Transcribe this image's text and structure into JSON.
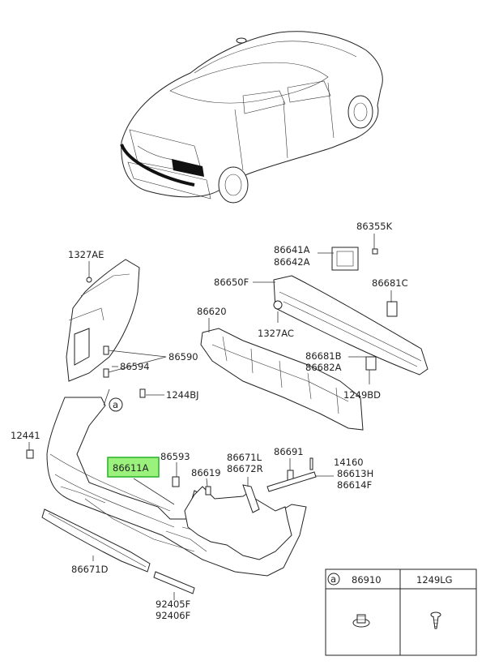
{
  "labels": {
    "p86355K": "86355K",
    "p86641A": "86641A",
    "p86642A": "86642A",
    "p86650F": "86650F",
    "p86681C": "86681C",
    "p1327AC": "1327AC",
    "p86620": "86620",
    "p86681B": "86681B",
    "p86682A": "86682A",
    "p1249BD": "1249BD",
    "p1327AE": "1327AE",
    "p86590": "86590",
    "p86594": "86594",
    "p1244BJ": "1244BJ",
    "p12441": "12441",
    "p86611A": "86611A",
    "p86593": "86593",
    "p86619": "86619",
    "p86671L": "86671L",
    "p86672R": "86672R",
    "p86691": "86691",
    "p14160": "14160",
    "p86613H": "86613H",
    "p86614F": "86614F",
    "p86671D": "86671D",
    "p92405F": "92405F",
    "p92406F": "92406F",
    "callout_a": "a"
  },
  "legend_table": {
    "marker": "a",
    "col1": "86910",
    "col2": "1249LG"
  },
  "colors": {
    "highlight_fill": "#9af27c",
    "highlight_stroke": "#27b02a",
    "line": "#333333"
  }
}
